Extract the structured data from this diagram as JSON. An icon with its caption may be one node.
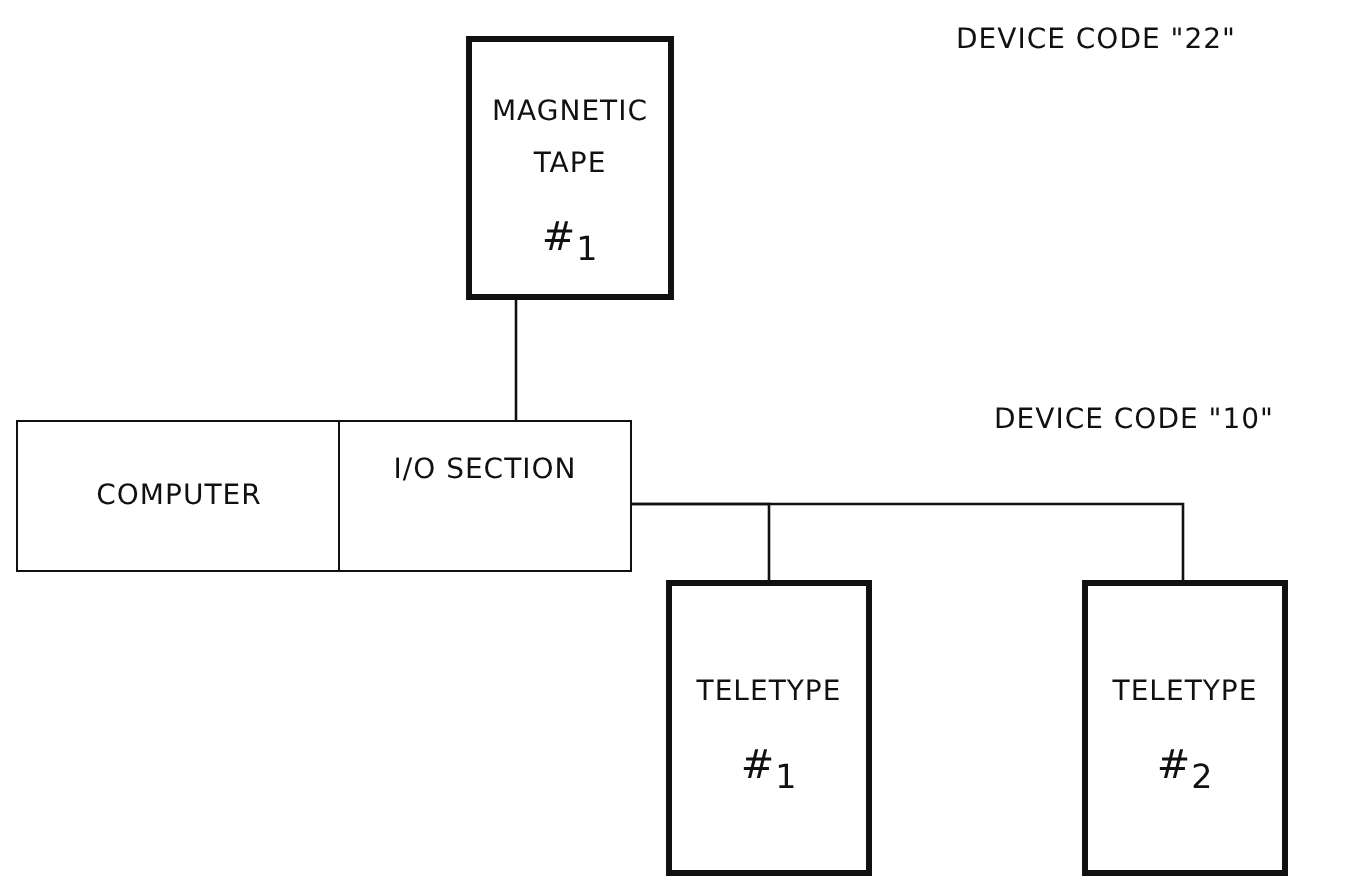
{
  "diagram": {
    "nodes": [
      {
        "text": [
          "MAGNETIC TAPE",
          "#$_{1}$"
        ]
      },
      {
        "text": [
          "COMPUTER"
        ]
      },
      {
        "text": [
          "I/O SECTION"
        ]
      },
      {
        "text": [
          "TELETYPE",
          "#$_{1}$"
        ]
      },
      {
        "text": [
          "TELETYPE",
          "#$_{2}$"
        ]
      }
    ],
    "edges": [
      {
        "from": 2,
        "to": 0,
        "arrow": "none"
      },
      {
        "from": 2,
        "to": 3,
        "arrow": "none"
      },
      {
        "from": 2,
        "to": 4,
        "arrow": "none"
      }
    ],
    "labels": [
      "DEVICE CODE \"22\"",
      "DEVICE CODE \"10\""
    ]
  }
}
